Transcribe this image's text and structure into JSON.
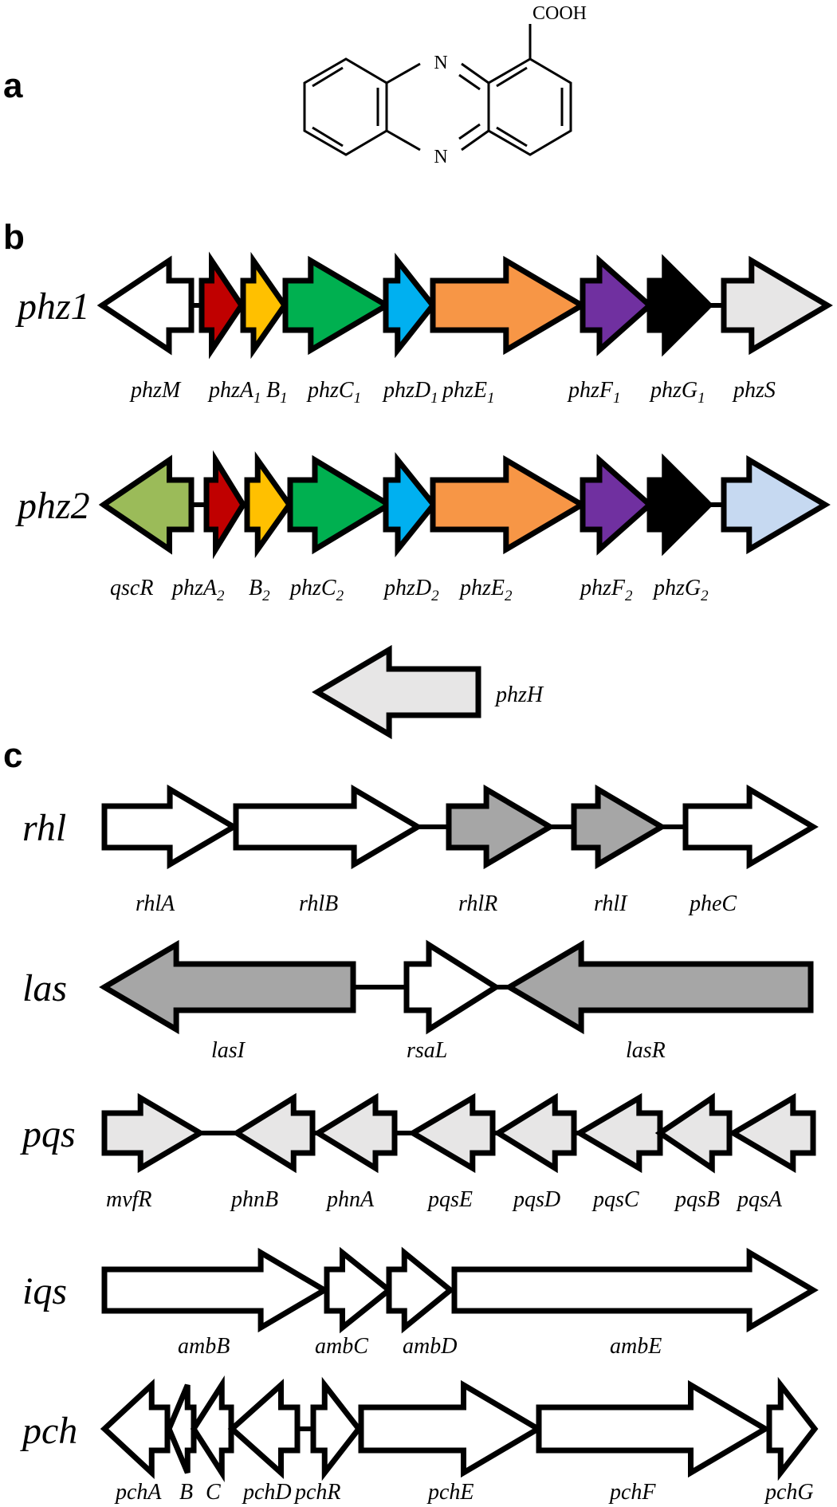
{
  "panels": {
    "a": {
      "label": "a",
      "molecule": {
        "atom_n1": "N",
        "atom_n2": "N",
        "group": "COOH"
      }
    },
    "b": {
      "label": "b",
      "clusters": [
        {
          "name": "phz1",
          "genes": [
            {
              "dir": "left",
              "color": "#ffffff"
            },
            {
              "dir": "right",
              "color": "#c00000"
            },
            {
              "dir": "right",
              "color": "#ffc000"
            },
            {
              "dir": "right",
              "color": "#00b050"
            },
            {
              "dir": "right",
              "color": "#00b0f0"
            },
            {
              "dir": "right",
              "color": "#f79646"
            },
            {
              "dir": "right",
              "color": "#7030a0"
            },
            {
              "dir": "right",
              "color": "#000000"
            },
            {
              "dir": "right",
              "color": "#e7e6e6"
            }
          ],
          "labels": [
            {
              "base": "phzM",
              "sub": ""
            },
            {
              "base": "phzA",
              "sub": "1"
            },
            {
              "base": "B",
              "sub": "1"
            },
            {
              "base": "phzC",
              "sub": "1"
            },
            {
              "base": "phzD",
              "sub": "1"
            },
            {
              "base": "phzE",
              "sub": "1"
            },
            {
              "base": "phzF",
              "sub": "1"
            },
            {
              "base": "phzG",
              "sub": "1"
            },
            {
              "base": "phzS",
              "sub": ""
            }
          ]
        },
        {
          "name": "phz2",
          "genes": [
            {
              "dir": "left",
              "color": "#9bbb59"
            },
            {
              "dir": "right",
              "color": "#c00000"
            },
            {
              "dir": "right",
              "color": "#ffc000"
            },
            {
              "dir": "right",
              "color": "#00b050"
            },
            {
              "dir": "right",
              "color": "#00b0f0"
            },
            {
              "dir": "right",
              "color": "#f79646"
            },
            {
              "dir": "right",
              "color": "#7030a0"
            },
            {
              "dir": "right",
              "color": "#000000"
            },
            {
              "dir": "right",
              "color": "#c6d9f1"
            }
          ],
          "labels": [
            {
              "base": "qscR",
              "sub": ""
            },
            {
              "base": "phzA",
              "sub": "2"
            },
            {
              "base": "B",
              "sub": "2"
            },
            {
              "base": "phzC",
              "sub": "2"
            },
            {
              "base": "phzD",
              "sub": "2"
            },
            {
              "base": "phzE",
              "sub": "2"
            },
            {
              "base": "phzF",
              "sub": "2"
            },
            {
              "base": "phzG",
              "sub": "2"
            }
          ]
        },
        {
          "name": "",
          "genes": [
            {
              "dir": "left",
              "color": "#e7e6e6"
            }
          ],
          "labels": [
            {
              "base": "phzH",
              "sub": ""
            }
          ]
        }
      ]
    },
    "c": {
      "label": "c",
      "clusters": [
        {
          "name": "rhl",
          "genes": [
            {
              "dir": "right",
              "color": "#ffffff"
            },
            {
              "dir": "right",
              "color": "#ffffff"
            },
            {
              "dir": "right",
              "color": "#a6a6a6"
            },
            {
              "dir": "right",
              "color": "#a6a6a6"
            },
            {
              "dir": "right",
              "color": "#ffffff"
            }
          ],
          "labels": [
            {
              "base": "rhlA",
              "sub": ""
            },
            {
              "base": "rhlB",
              "sub": ""
            },
            {
              "base": "rhlR",
              "sub": ""
            },
            {
              "base": "rhlI",
              "sub": ""
            },
            {
              "base": "pheC",
              "sub": ""
            }
          ]
        },
        {
          "name": "las",
          "genes": [
            {
              "dir": "left",
              "color": "#a6a6a6"
            },
            {
              "dir": "right",
              "color": "#ffffff"
            },
            {
              "dir": "left",
              "color": "#a6a6a6"
            }
          ],
          "labels": [
            {
              "base": "lasI",
              "sub": ""
            },
            {
              "base": "rsaL",
              "sub": ""
            },
            {
              "base": "lasR",
              "sub": ""
            }
          ]
        },
        {
          "name": "pqs",
          "genes": [
            {
              "dir": "right",
              "color": "#e7e6e6"
            },
            {
              "dir": "left",
              "color": "#e7e6e6"
            },
            {
              "dir": "left",
              "color": "#e7e6e6"
            },
            {
              "dir": "left",
              "color": "#e7e6e6"
            },
            {
              "dir": "left",
              "color": "#e7e6e6"
            },
            {
              "dir": "left",
              "color": "#e7e6e6"
            },
            {
              "dir": "left",
              "color": "#e7e6e6"
            },
            {
              "dir": "left",
              "color": "#e7e6e6"
            }
          ],
          "labels": [
            {
              "base": "mvfR",
              "sub": ""
            },
            {
              "base": "phnB",
              "sub": ""
            },
            {
              "base": "phnA",
              "sub": ""
            },
            {
              "base": "pqsE",
              "sub": ""
            },
            {
              "base": "pqsD",
              "sub": ""
            },
            {
              "base": "pqsC",
              "sub": ""
            },
            {
              "base": "pqsB",
              "sub": ""
            },
            {
              "base": "pqsA",
              "sub": ""
            }
          ]
        },
        {
          "name": "iqs",
          "genes": [
            {
              "dir": "right",
              "color": "#ffffff"
            },
            {
              "dir": "right",
              "color": "#ffffff"
            },
            {
              "dir": "right",
              "color": "#ffffff"
            },
            {
              "dir": "right",
              "color": "#ffffff"
            }
          ],
          "labels": [
            {
              "base": "ambB",
              "sub": ""
            },
            {
              "base": "ambC",
              "sub": ""
            },
            {
              "base": "ambD",
              "sub": ""
            },
            {
              "base": "ambE",
              "sub": ""
            }
          ]
        },
        {
          "name": "pch",
          "genes": [
            {
              "dir": "left",
              "color": "#ffffff"
            },
            {
              "dir": "left",
              "color": "#ffffff"
            },
            {
              "dir": "left",
              "color": "#ffffff"
            },
            {
              "dir": "left",
              "color": "#ffffff"
            },
            {
              "dir": "right",
              "color": "#ffffff"
            },
            {
              "dir": "right",
              "color": "#ffffff"
            },
            {
              "dir": "right",
              "color": "#ffffff"
            },
            {
              "dir": "right",
              "color": "#ffffff"
            }
          ],
          "labels": [
            {
              "base": "pchA",
              "sub": ""
            },
            {
              "base": "B",
              "sub": ""
            },
            {
              "base": "C",
              "sub": ""
            },
            {
              "base": "pchD",
              "sub": ""
            },
            {
              "base": "pchR",
              "sub": ""
            },
            {
              "base": "pchE",
              "sub": ""
            },
            {
              "base": "pchF",
              "sub": ""
            },
            {
              "base": "pchG",
              "sub": ""
            }
          ]
        }
      ]
    }
  }
}
